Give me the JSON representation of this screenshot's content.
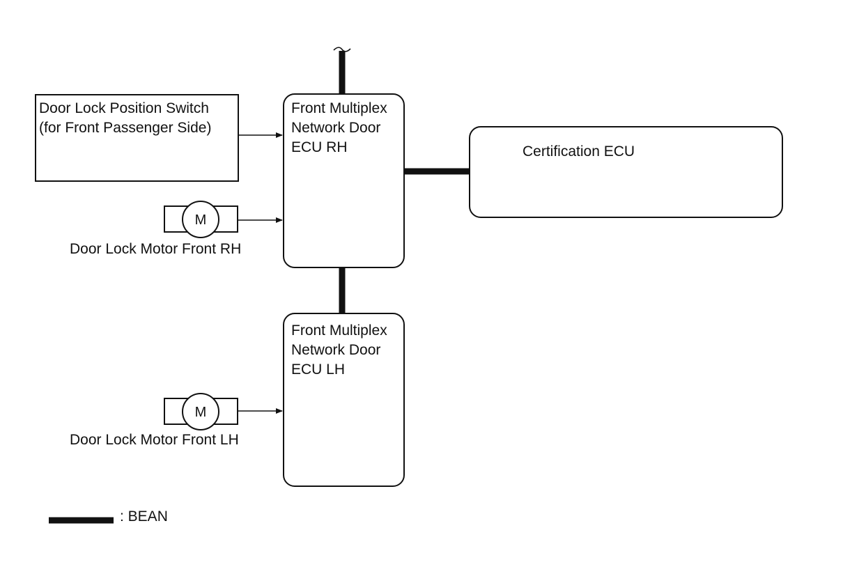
{
  "components": {
    "position_switch": {
      "line1": "Door Lock Position Switch",
      "line2": "(for Front Passenger Side)"
    },
    "ecu_rh": {
      "line1": "Front Multiplex",
      "line2": "Network Door",
      "line3": "ECU RH"
    },
    "ecu_lh": {
      "line1": "Front Multiplex",
      "line2": "Network Door",
      "line3": "ECU LH"
    },
    "certification_ecu": {
      "label": "Certification ECU"
    },
    "motor_rh": {
      "symbol": "M",
      "label": "Door Lock Motor Front RH"
    },
    "motor_lh": {
      "symbol": "M",
      "label": "Door Lock Motor Front LH"
    }
  },
  "legend": {
    "label": ": BEAN"
  },
  "colors": {
    "line": "#111111",
    "background": "#ffffff"
  }
}
